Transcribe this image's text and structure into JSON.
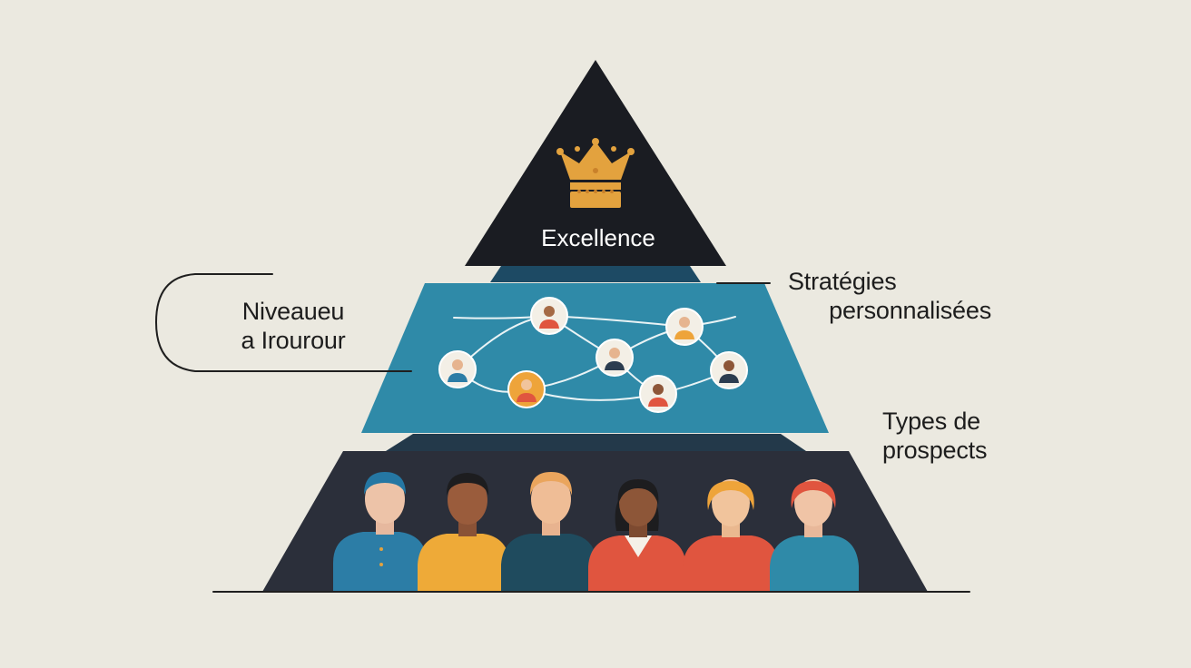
{
  "tiers": {
    "top": {
      "label": "Excellence",
      "icon": "crown-icon"
    },
    "middle": {
      "icon": "network-icon"
    },
    "bottom": {
      "icon": "people-group-icon"
    }
  },
  "callouts": {
    "left": {
      "line1": "Niveaueu",
      "line2": "a Irourour"
    },
    "right_upper": {
      "line1": "Stratégies",
      "line2": "personnalisées"
    },
    "right_lower": {
      "line1": "Types de",
      "line2": "prospects"
    }
  },
  "colors": {
    "background": "#ebe9e0",
    "top_tier": "#1a1c22",
    "middle_tier": "#2f8aa8",
    "bottom_tier": "#2b2f3a",
    "crown": "#e3a23e",
    "text": "#1d1d1d"
  }
}
